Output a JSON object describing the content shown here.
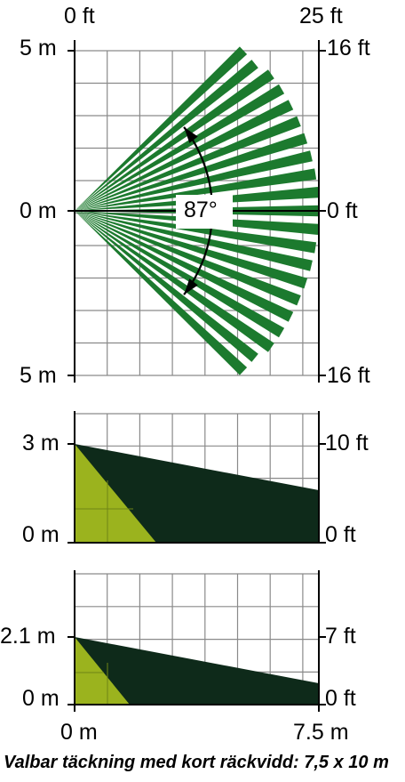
{
  "colors": {
    "beam": "#1c7a2e",
    "zone_dark": "#0e2a1a",
    "zone_light": "#9bb31e",
    "grid": "#8a8a8a",
    "axis": "#000000"
  },
  "top_view": {
    "top_left_label": "0 ft",
    "top_right_label": "25 ft",
    "left_labels": [
      "5 m",
      "0 m",
      "5 m"
    ],
    "right_labels": [
      "16 ft",
      "0 ft",
      "16 ft"
    ],
    "angle_label": "87°"
  },
  "side_view_1": {
    "left_top_label": "3 m",
    "left_bottom_label": "0 m",
    "right_top_label": "10 ft",
    "right_bottom_label": "0 ft"
  },
  "side_view_2": {
    "left_top_label": "2.1 m",
    "left_bottom_label": "0 m",
    "right_top_label": "7 ft",
    "right_bottom_label": "0 ft",
    "bottom_left_label": "0 m",
    "bottom_right_label": "7.5 m"
  },
  "caption": "Valbar täckning med kort räckvidd: 7,5 x 10 m"
}
